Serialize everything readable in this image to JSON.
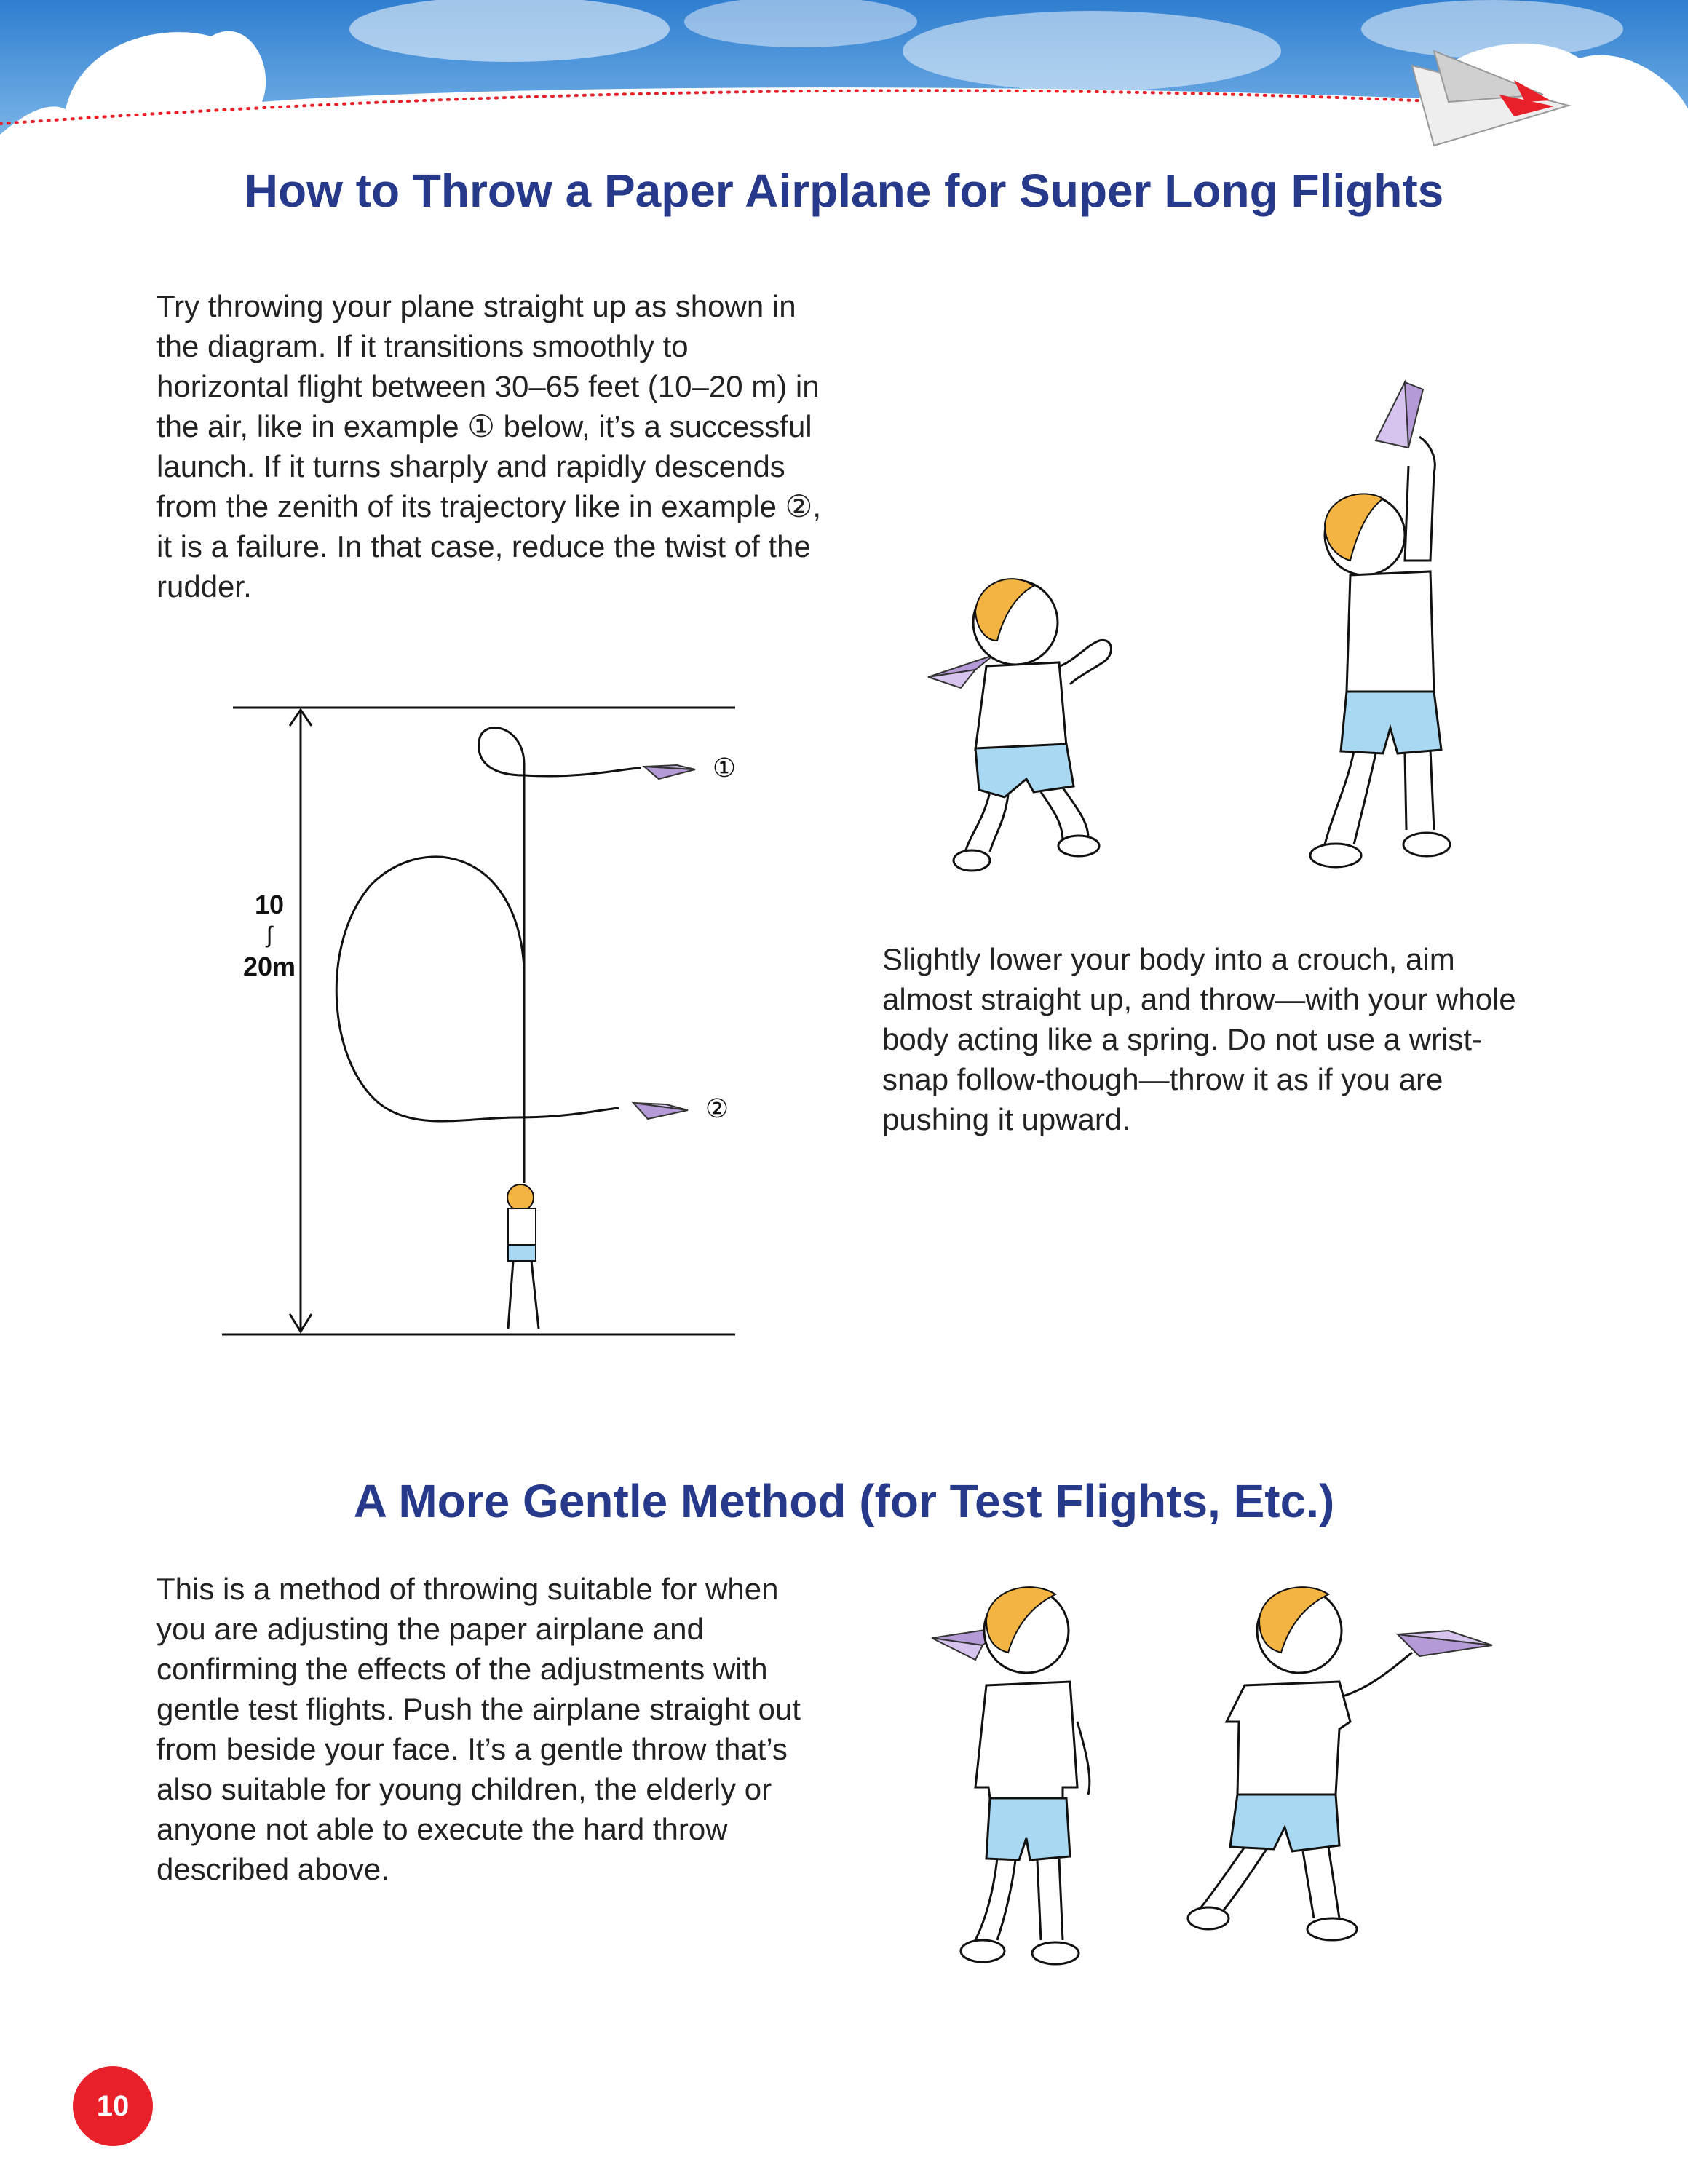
{
  "title": "How to Throw a Paper Airplane for Super Long Flights",
  "intro_text": "Try throwing your plane straight up as shown in the diagram. If it transitions smoothly to horizontal flight between 30–65 feet (10–20 m) in the air, like in example ① below, it’s a successful launch. If it turns sharply and rapidly descends from the zenith of its trajectory like in example ②, it is a failure. In that case, reduce the twist of the rudder.",
  "diagram": {
    "height_label_top": "10",
    "height_label_sep": "ʃ",
    "height_label_bottom": "20m",
    "example_1": "①",
    "example_2": "②"
  },
  "crouch_text": "Slightly lower your body into a crouch, aim almost straight up, and throw—with your whole body acting like a spring. Do not use a wrist-snap follow-though—throw it as if you are pushing it upward.",
  "section2_title": "A More Gentle Method (for Test Flights, Etc.)",
  "gentle_text": "This is a method of throwing suitable for when you are adjusting the paper airplane and confirming the effects of the adjustments with gentle test flights. Push the airplane straight out from beside your face. It’s a gentle throw that’s also suitable for young children, the elderly or anyone not able to execute the hard throw described above.",
  "page_number": "10",
  "colors": {
    "heading": "#26398a",
    "sky": "#4a8fd6",
    "plane": "#b49ad6",
    "shorts": "#a9d8f2",
    "hair": "#f3b443",
    "page_badge": "#e8202a"
  }
}
